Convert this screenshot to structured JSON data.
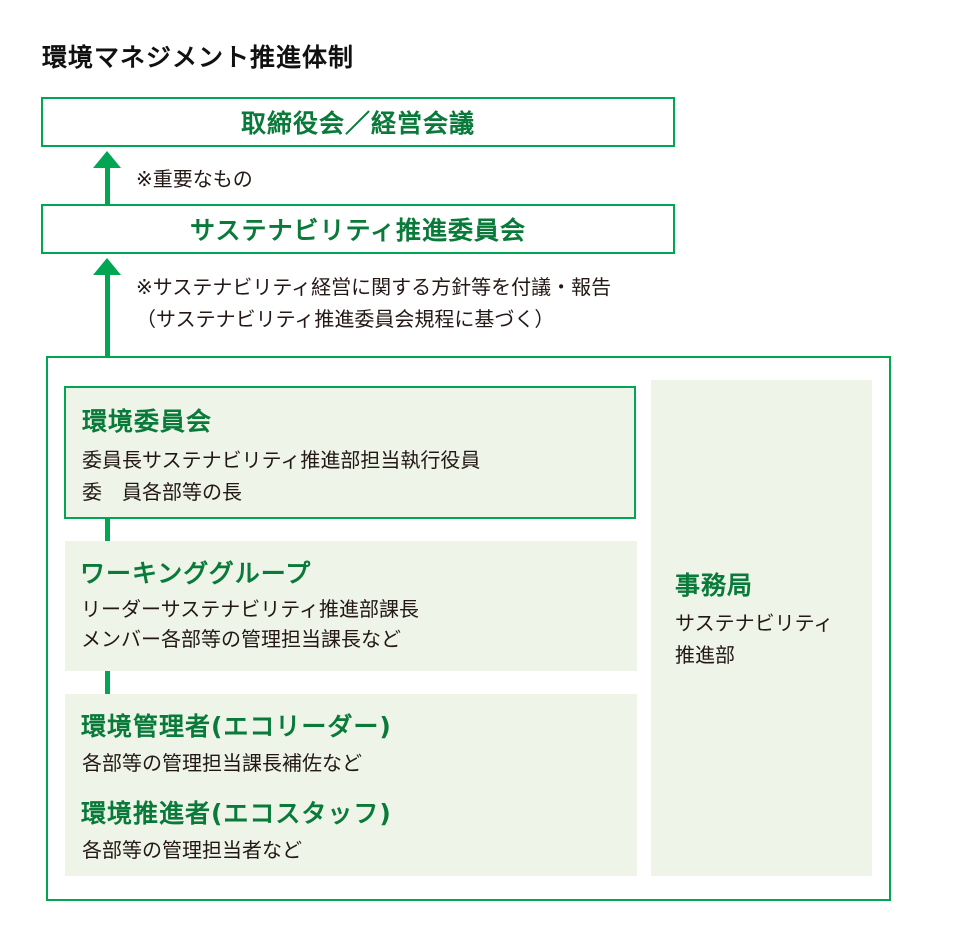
{
  "title": "環境マネジメント推進体制",
  "board": "取締役会／経営会議",
  "note1": "※重要なもの",
  "committee": "サステナビリティ推進委員会",
  "note2_line1": "※サステナビリティ経営に関する方針等を付議・報告",
  "note2_line2": "（サステナビリティ推進委員会規程に基づく）",
  "env_committee": {
    "title": "環境委員会",
    "chair_label": "委員長",
    "chair_value": "サステナビリティ推進部担当執行役員",
    "members_label": "委　員",
    "members_value": "各部等の長"
  },
  "working_group": {
    "title": "ワーキンググループ",
    "leader_label": "リーダー",
    "leader_value": "サステナビリティ推進部課長",
    "member_label": "メンバー",
    "member_value": "各部等の管理担当課長など"
  },
  "eco_leader": {
    "title": "環境管理者(エコリーダー)",
    "desc": "各部等の管理担当課長補佐など"
  },
  "eco_staff": {
    "title": "環境推進者(エコスタッフ)",
    "desc": "各部等の管理担当者など"
  },
  "secretariat": {
    "title": "事務局",
    "line1": "サステナビリティ",
    "line2": "推進部"
  },
  "colors": {
    "accent": "#00a652",
    "heading": "#0a7a3a",
    "panel": "#eef5e8"
  }
}
